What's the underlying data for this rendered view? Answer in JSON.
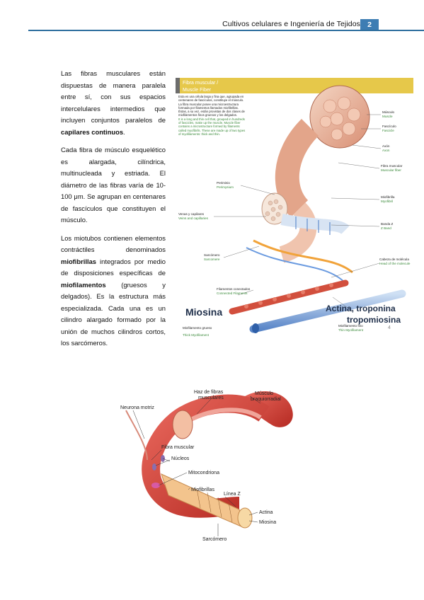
{
  "header": {
    "title": "Cultivos celulares e Ingeniería de Tejidos",
    "page_number": "2",
    "accent_color": "#3d7db3"
  },
  "body": {
    "p1_text": "Las fibras musculares están dispuestas de manera paralela entre sí, con sus espacios intercelulares intermedios que incluyen conjuntos paralelos de ",
    "p1_bold": "capilares continuos",
    "p1_end": ".",
    "p2": "Cada fibra de músculo esquelético es alargada, cilíndrica, multinucleada y estriada. El diámetro de las fibras varía de 10-100 μm. Se agrupan en centenares de fascículos que constituyen el músculo.",
    "p3_a": "Los miotubos contienen elementos contráctiles denominados ",
    "p3_b1": "miofibrillas",
    "p3_c": " integrados por medio de disposiciones específicas de ",
    "p3_b2": "miofilamentos",
    "p3_d": " (gruesos y delgados). Es la estructura más especializada. Cada una es un cilindro alargado formado por la unión de muchos cilindros cortos, los sarcómeros."
  },
  "figure1": {
    "title_es": "Fibra muscular /",
    "title_en": "Muscle Fiber",
    "intro_es": "Esta es una célula larga y fina que, agrupada en centenares de fascículos, constituye el músculo. La fibra muscular posee una microestructura formada por filamentos llamados miofibrillas. Éstas, a su vez, están provistas de dos clases de miofilamentos finos gruesos y los delgados.",
    "intro_en": "It is a long and thin cell that, grouped in hundreds of fascicles, make up the muscle. Muscle fiber contains a microstructure formed by filaments called myofibrils. These are made up of two types of myofilaments: thick and thin.",
    "labels": {
      "musculo": "Músculo",
      "muscle": "Muscle",
      "fasciculo": "Fascículo",
      "fascicle": "Fascicle",
      "axon_es": "Axón",
      "axon_en": "Axon",
      "fibra_es": "Fibra muscular",
      "fibra_en": "Muscular fiber",
      "perimisio": "Perimisio",
      "perimysium": "Perimysium",
      "venas_es": "Venas y capilares",
      "venas_en": "Veins and capillaries",
      "miofibrilla": "Miofibrilla",
      "myofibril": "Myofibril",
      "banda_es": "Banda Z",
      "banda_en": "Z Band",
      "sarcomero": "Sarcómero",
      "sarcomere": "Sarcomere",
      "cabeza_es": "Cabeza de molécula",
      "cabeza_en": "Head of the molecule",
      "conectados_es": "Filamentos conectados",
      "conectados_en": "Connected Filaments",
      "grueso_es": "Miofilamento grueso",
      "grueso_en": "Thick Myofilament",
      "fino_es": "Miofilamento fino",
      "fino_en": "Thin Myofilament",
      "miosina": "Miosina",
      "actina": "Actina, troponina",
      "tropomiosina": "tropomiosina",
      "fig_number": "4"
    }
  },
  "figure2": {
    "labels": {
      "haz": "Haz de fibras",
      "haz2": "musculares",
      "braq": "Músculo",
      "braq2": "braquiorradial",
      "neurona": "Neurona motriz",
      "fibra": "Fibra muscular",
      "nucleos": "Núcleos",
      "mito": "Mitocondriona",
      "miofib": "Miofibrillas",
      "lineaz": "Línea Z",
      "actina": "Actina",
      "miosina": "Miosina",
      "sarcomero": "Sarcómero"
    }
  }
}
